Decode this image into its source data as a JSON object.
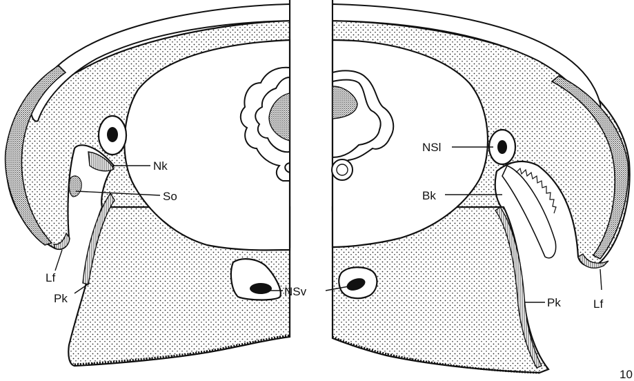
{
  "labels": {
    "nk": "Nk",
    "so": "So",
    "lf_left": "Lf",
    "pk_left": "Pk",
    "nsl": "NSl",
    "bk": "Bk",
    "nsv": "NSv",
    "pk_right": "Pk",
    "lf_right": "Lf",
    "figure_number": "10"
  }
}
